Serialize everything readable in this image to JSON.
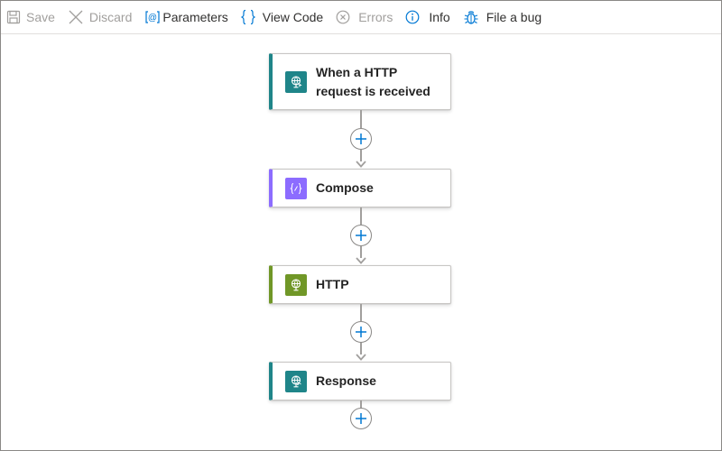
{
  "toolbar": {
    "save": {
      "label": "Save",
      "icon": "save-icon",
      "enabled": false
    },
    "discard": {
      "label": "Discard",
      "icon": "close-icon",
      "enabled": false
    },
    "parameters": {
      "label": "Parameters",
      "icon": "parameters-icon",
      "enabled": true
    },
    "view_code": {
      "label": "View Code",
      "icon": "braces-icon",
      "enabled": true
    },
    "errors": {
      "label": "Errors",
      "icon": "error-icon",
      "enabled": false
    },
    "info": {
      "label": "Info",
      "icon": "info-icon",
      "enabled": true
    },
    "file_bug": {
      "label": "File a bug",
      "icon": "bug-icon",
      "enabled": true
    }
  },
  "workflow": {
    "steps": [
      {
        "title": "When a HTTP request is received",
        "icon": "request-trigger-icon",
        "accent": "#1f8589",
        "tile_color": "#1f8589"
      },
      {
        "title": "Compose",
        "icon": "compose-icon",
        "accent": "#8c6cff",
        "tile_color": "#8c6cff"
      },
      {
        "title": "HTTP",
        "icon": "http-icon",
        "accent": "#709727",
        "tile_color": "#709727"
      },
      {
        "title": "Response",
        "icon": "response-icon",
        "accent": "#1f8589",
        "tile_color": "#1f8589"
      }
    ]
  },
  "colors": {
    "toolbar_enabled_icon": "#0078d4",
    "toolbar_disabled": "#a19f9d",
    "add_plus": "#0078d4",
    "connector": "#a19f9d"
  }
}
